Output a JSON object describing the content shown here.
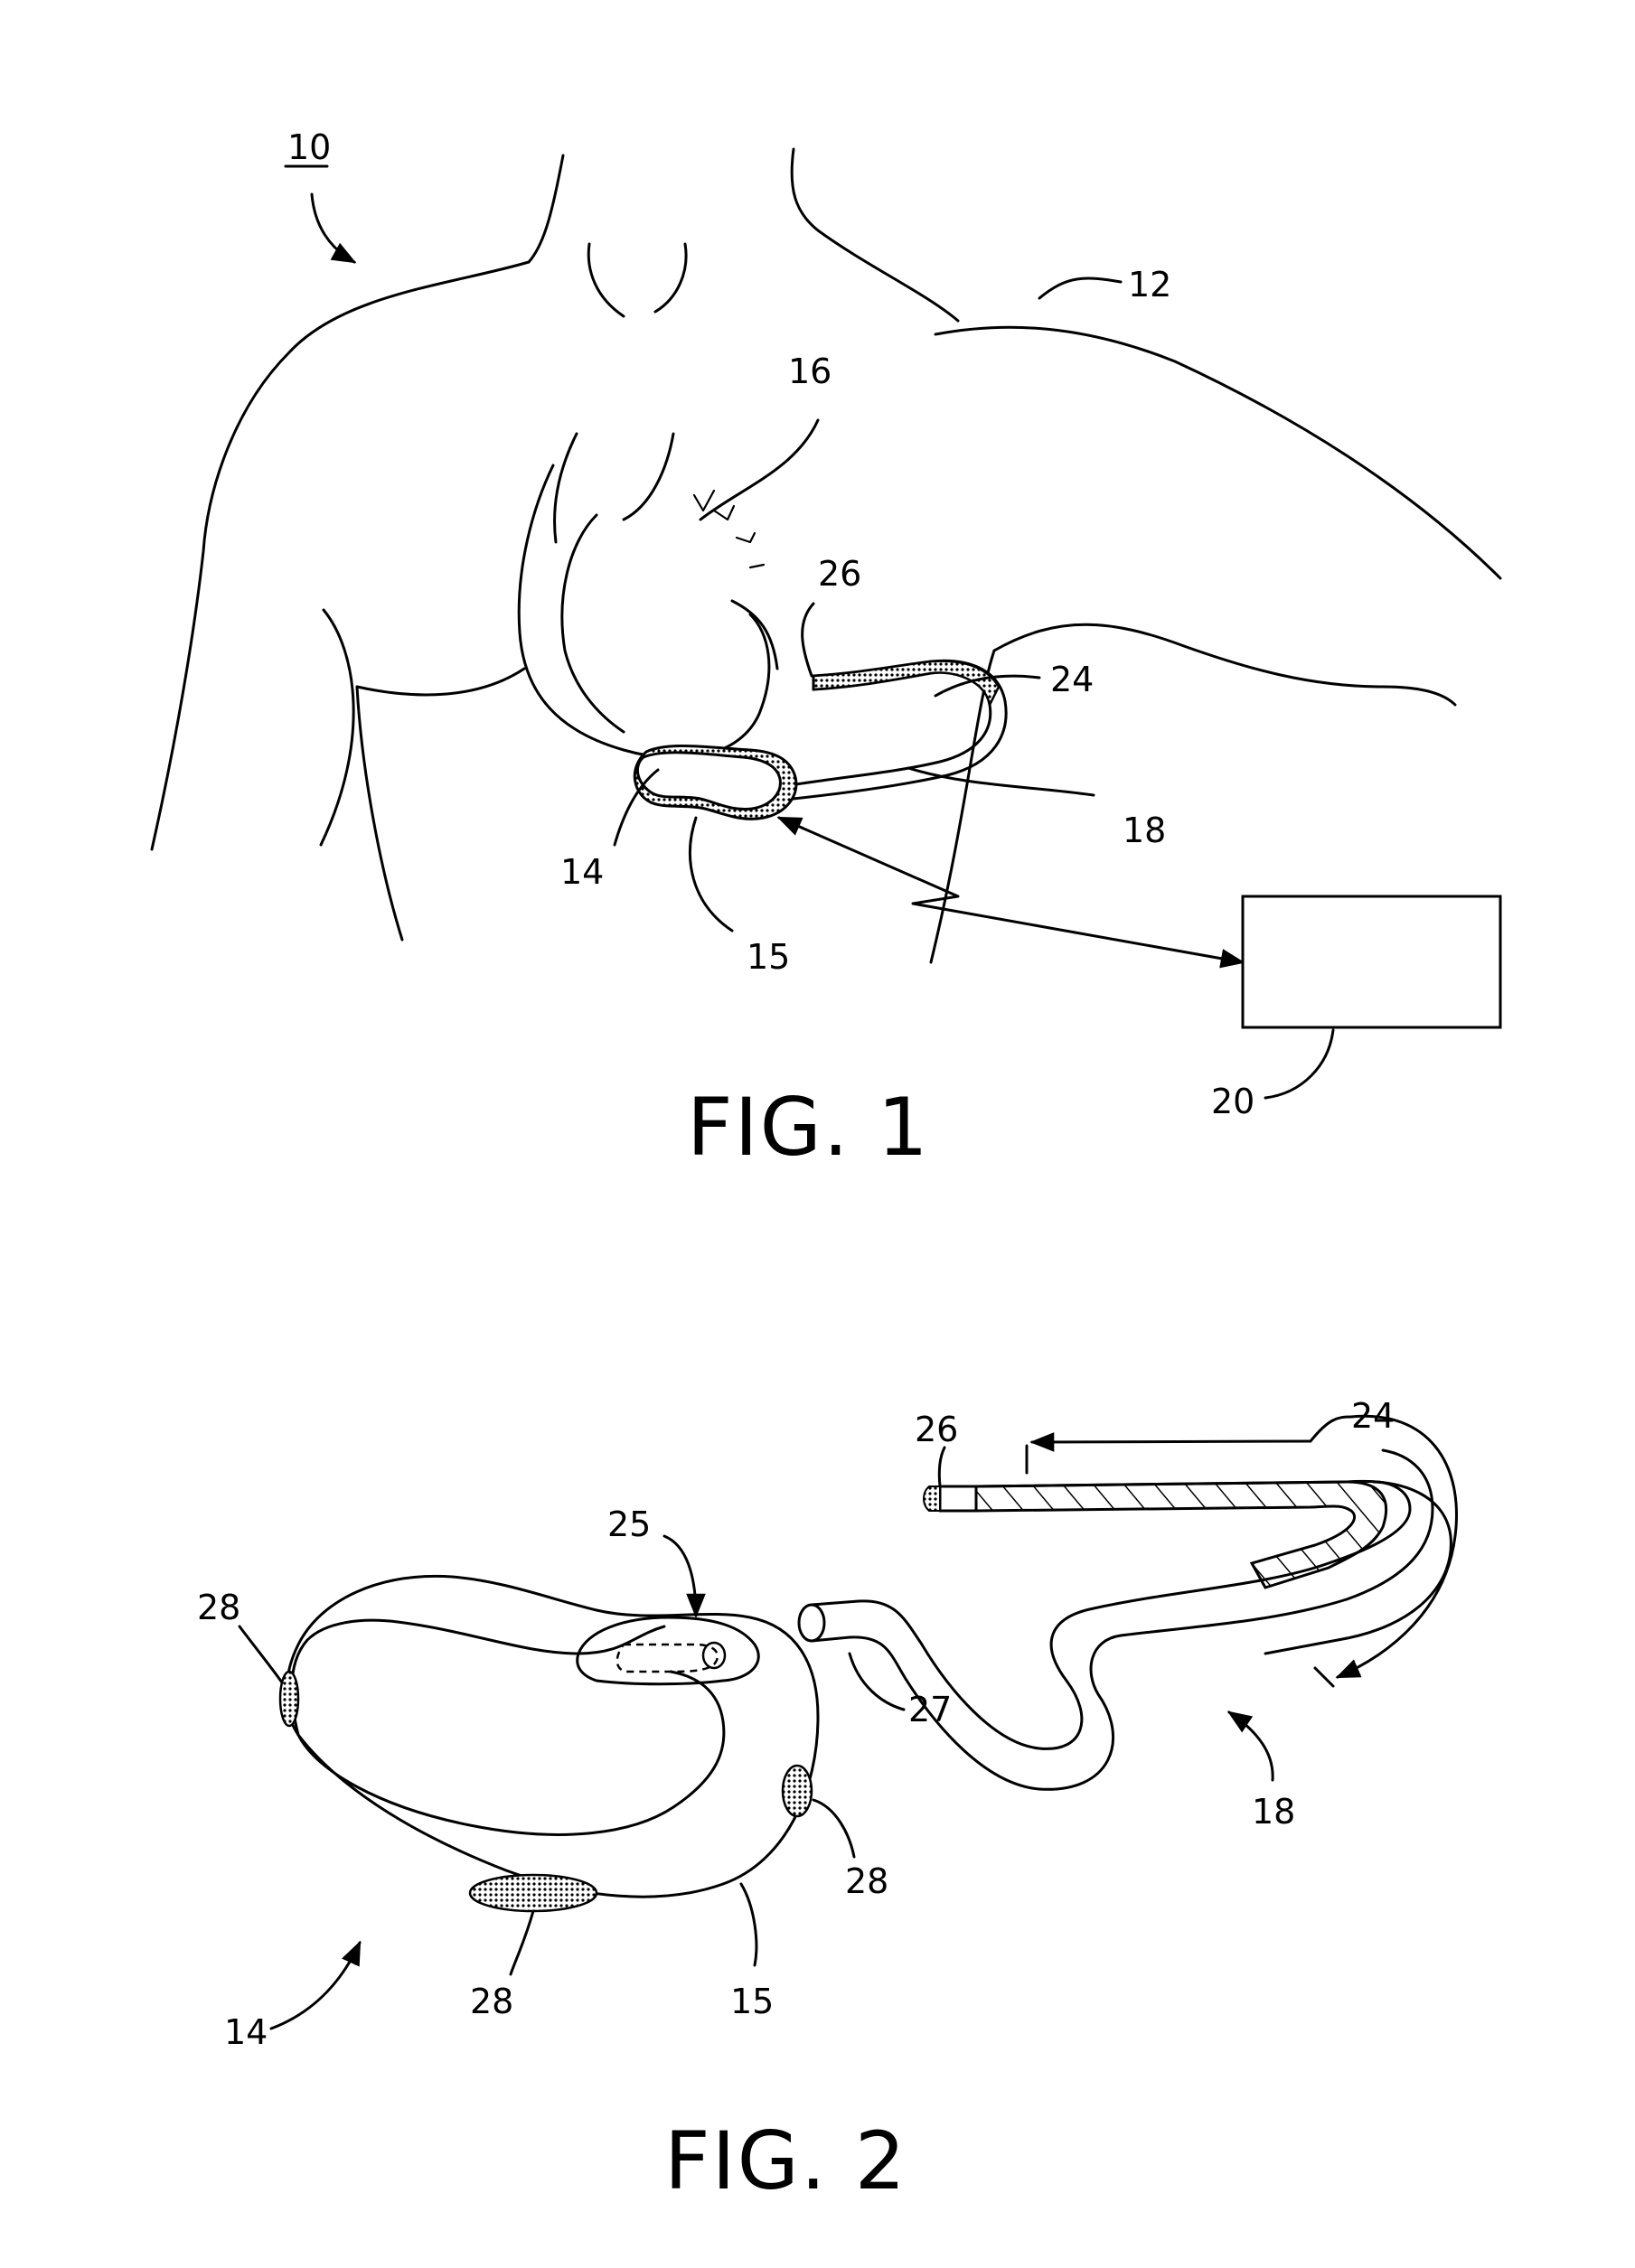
{
  "figure1": {
    "caption": "FIG. 1",
    "labels": {
      "system": "10",
      "patient": "12",
      "device": "14",
      "housing": "15",
      "heart": "16",
      "lead": "18",
      "external_device": "20",
      "electrode": "24",
      "tip": "26"
    }
  },
  "figure2": {
    "caption": "FIG. 2",
    "labels": {
      "device": "14",
      "housing": "15",
      "lead": "18",
      "electrode": "24",
      "connector_port": "25",
      "tip": "26",
      "proximal_end": "27",
      "electrode_upper_left": "28",
      "electrode_right": "28",
      "electrode_bottom": "28"
    }
  }
}
